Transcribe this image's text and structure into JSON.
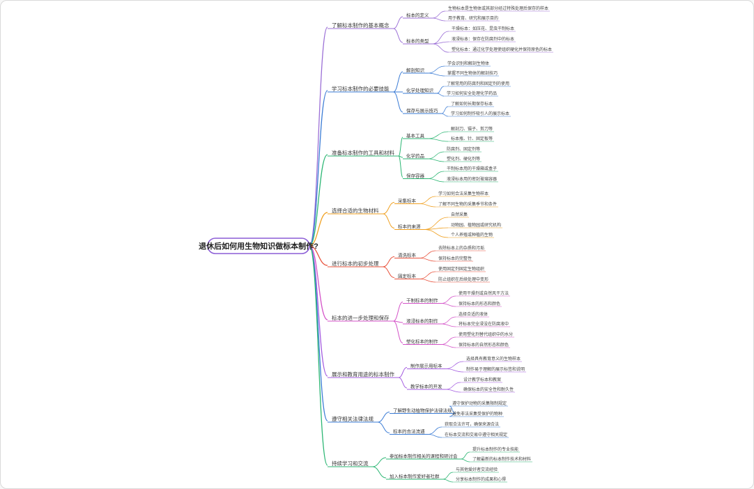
{
  "root": "退休后如何用生物知识做标本制作?",
  "branches": [
    {
      "label": "了解标本制作的基本概念",
      "color": "#9b6fd6",
      "subs": [
        {
          "label": "标本的定义",
          "leaves": [
            "生物标本是生物体或其部分经过特殊处理后保存的样本",
            "用于教育、研究和展示目的"
          ]
        },
        {
          "label": "标本的类型",
          "leaves": [
            "干燥标本：如压花、昆虫干制标本",
            "液浸标本：保存在防腐剂中的标本",
            "塑化标本：通过化学处理使组织硬化并保持原色的标本"
          ]
        }
      ]
    },
    {
      "label": "学习标本制作的必要技能",
      "color": "#3a7bd5",
      "subs": [
        {
          "label": "解剖知识",
          "leaves": [
            "学会识别和解剖生物体",
            "掌握不同生物体的解剖技巧"
          ]
        },
        {
          "label": "化学处理知识",
          "leaves": [
            "了解常用的防腐剂和固定剂的使用",
            "学习如何安全处理化学药品"
          ]
        },
        {
          "label": "保存与展示技巧",
          "leaves": [
            "了解如何长期保存标本",
            "学习如何制作吸引人的展示标本"
          ]
        }
      ]
    },
    {
      "label": "准备标本制作的工具和材料",
      "color": "#2bb673",
      "subs": [
        {
          "label": "基本工具",
          "leaves": [
            "解剖刀、镊子、剪刀等",
            "标本瓶、针、固定板等"
          ]
        },
        {
          "label": "化学药品",
          "leaves": [
            "防腐剂、固定剂等",
            "塑化剂、硬化剂等"
          ]
        },
        {
          "label": "保存容器",
          "leaves": [
            "干制标本用的干燥箱或盒子",
            "液浸标本用的密封玻璃容器"
          ]
        }
      ]
    },
    {
      "label": "选择合适的生物材料",
      "color": "#f0a020",
      "subs": [
        {
          "label": "采集标本",
          "leaves": [
            "学习如何合法采集生物样本",
            "了解不同生物的采集季节和条件"
          ]
        },
        {
          "label": "标本的来源",
          "leaves": [
            "自然采集",
            "动物园、植物园或研究机构",
            "个人养殖或种植的生物"
          ]
        }
      ]
    },
    {
      "label": "进行标本的初步处理",
      "color": "#e8503a",
      "subs": [
        {
          "label": "清洗标本",
          "leaves": [
            "去除标本上的杂质和污垢",
            "保持标本的完整性"
          ]
        },
        {
          "label": "固定标本",
          "leaves": [
            "使用固定剂固定生物组织",
            "防止组织在后续处理中变形"
          ]
        }
      ]
    },
    {
      "label": "标本的进一步处理和保存",
      "color": "#d453c8",
      "subs": [
        {
          "label": "干制标本的制作",
          "leaves": [
            "使用干燥剂或自然风干方法",
            "保持标本的形态和颜色"
          ]
        },
        {
          "label": "液浸标本的制作",
          "leaves": [
            "选择合适的液体",
            "将标本完全浸没在防腐液中"
          ]
        },
        {
          "label": "塑化标本的制作",
          "leaves": [
            "使用塑化剂替代组织中的水分",
            "保持标本的自然形态和颜色"
          ]
        }
      ]
    },
    {
      "label": "展示和教育用途的标本制作",
      "color": "#a35be0",
      "subs": [
        {
          "label": "制作展示用标本",
          "leaves": [
            "选择具有教育意义的生物样本",
            "制作易于理解的展示标签和说明"
          ]
        },
        {
          "label": "教学标本的开发",
          "leaves": [
            "设计教学标本和教案",
            "确保标本的安全性和耐久性"
          ]
        }
      ]
    },
    {
      "label": "遵守相关法律法规",
      "color": "#3a7bd5",
      "subs": [
        {
          "label": "了解野生动植物保护法律法规",
          "leaves": [
            "遵守保护动物的采集限制规定",
            "避免非法采集受保护的物种"
          ]
        },
        {
          "label": "标本的合法流通",
          "leaves": [
            "获取合法许可，确保来源合法",
            "在标本交流和交易中遵守相关规定"
          ]
        }
      ]
    },
    {
      "label": "持续学习和交流",
      "color": "#2bb673",
      "subs": [
        {
          "label": "参加标本制作相关的课程和研讨会",
          "leaves": [
            "提升标本制作的专业技能",
            "了解最新的标本制作技术和材料"
          ]
        },
        {
          "label": "加入标本制作爱好者社群",
          "leaves": [
            "与其他爱好者交流经验",
            "分享标本制作的成果和心得"
          ]
        }
      ]
    }
  ]
}
